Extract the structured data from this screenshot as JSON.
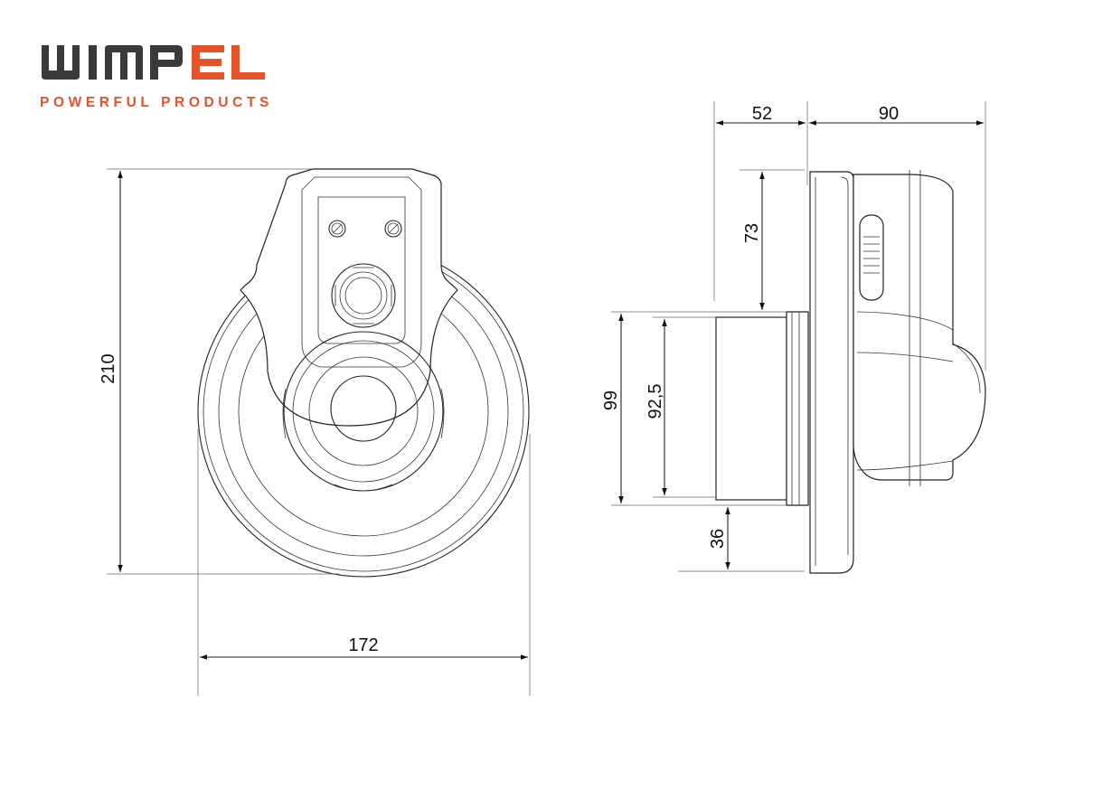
{
  "brand": {
    "name_dark": "WIMP",
    "name_accent": "EL",
    "tagline": "POWERFUL PRODUCTS",
    "color_dark": "#3a3a3a",
    "color_accent": "#e5532a"
  },
  "dimensions": {
    "height_total": "210",
    "width_total": "172",
    "depth_front": "52",
    "depth_back": "90",
    "top_offset": "73",
    "outer_diameter": "99",
    "inner_diameter": "92,5",
    "bottom_offset": "36"
  }
}
